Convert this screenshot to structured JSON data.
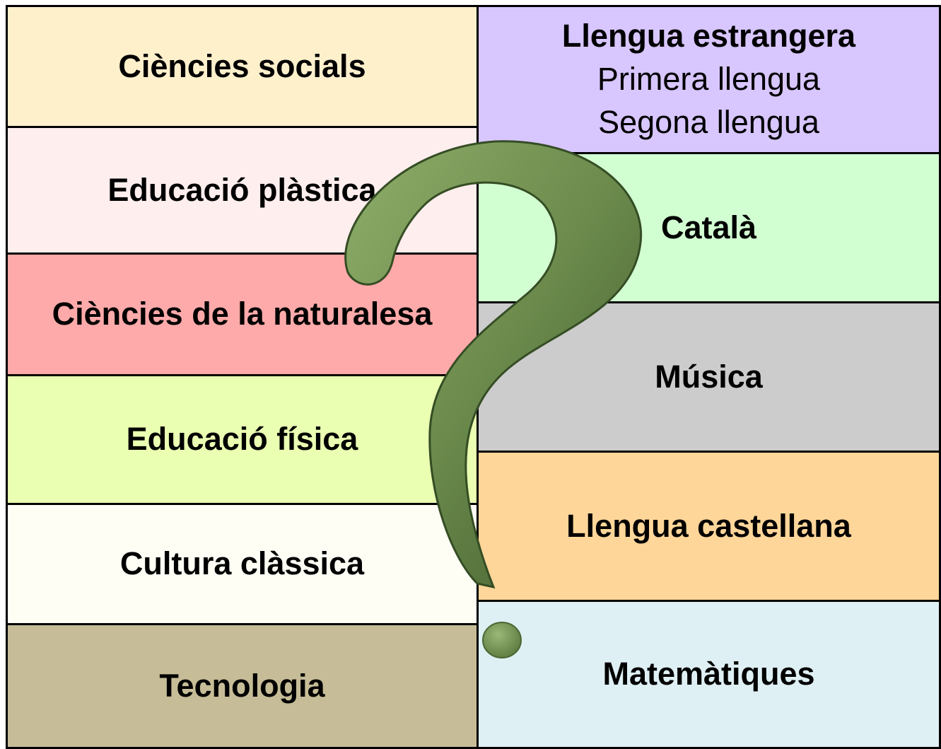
{
  "left_column": [
    {
      "label": "Ciències socials",
      "color": "#fff0cc"
    },
    {
      "label": "Educació plàstica",
      "color": "#ffeeee"
    },
    {
      "label": "Ciències de la naturalesa",
      "color": "#ffaaaa"
    },
    {
      "label": "Educació física",
      "color": "#eaffb2"
    },
    {
      "label": "Cultura clàssica",
      "color": "#fefef5"
    },
    {
      "label": "Tecnologia",
      "color": "#c6bd98"
    }
  ],
  "right_column": [
    {
      "label": "Llengua estrangera",
      "lines": [
        "Primera llengua",
        "Segona llengua"
      ],
      "color": "#d8c6ff"
    },
    {
      "label": "Català",
      "color": "#d2ffd2"
    },
    {
      "label": "Música",
      "color": "#cccccc"
    },
    {
      "label": "Llengua castellana",
      "color": "#ffd699"
    },
    {
      "label": "Matemàtiques",
      "color": "#dff0f4"
    }
  ],
  "question_mark_color": "#6b8a4c"
}
